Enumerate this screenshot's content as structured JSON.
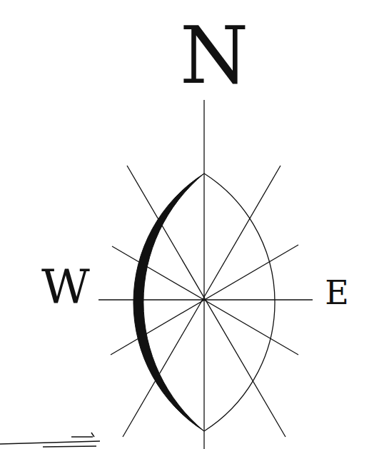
{
  "diagram": {
    "labels": [
      "N",
      "W",
      "E"
    ]
  }
}
